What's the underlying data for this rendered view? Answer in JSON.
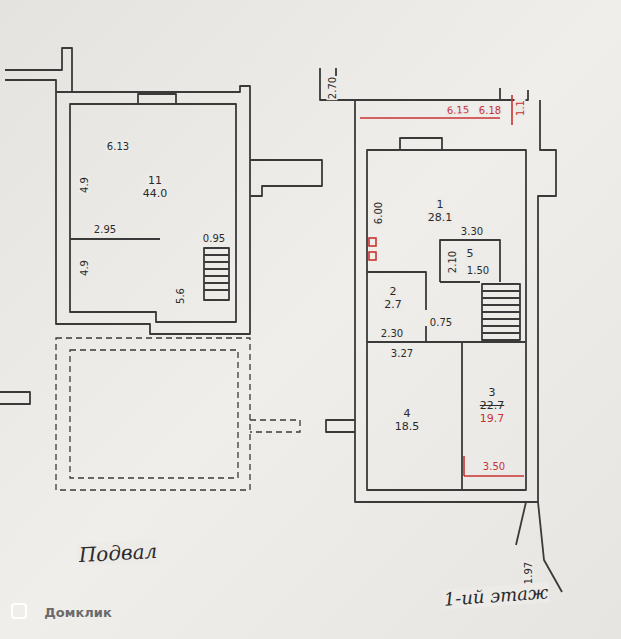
{
  "diagram": {
    "nodes": [
      {
        "text": [
          "11",
          "44.0"
        ]
      },
      {
        "text": [
          "1",
          "28.1"
        ]
      },
      {
        "text": [
          "5"
        ]
      },
      {
        "text": [
          "2",
          "2.7"
        ]
      },
      {
        "text": [
          "3",
          "22.7",
          "19.7"
        ]
      },
      {
        "text": [
          "4",
          "18.5"
        ]
      }
    ],
    "labels": [
      "6.13",
      "4.9",
      "2.95",
      "0.95",
      "4.9",
      "5.6",
      "Подвал",
      "2.70",
      "6.15",
      "6.18",
      "1.1",
      "6.00",
      "3.30",
      "1.50",
      "2.10",
      "2.30",
      "0.75",
      "3.27",
      "3.50",
      "1.97",
      "1-ий этаж",
      "Домклик"
    ]
  }
}
